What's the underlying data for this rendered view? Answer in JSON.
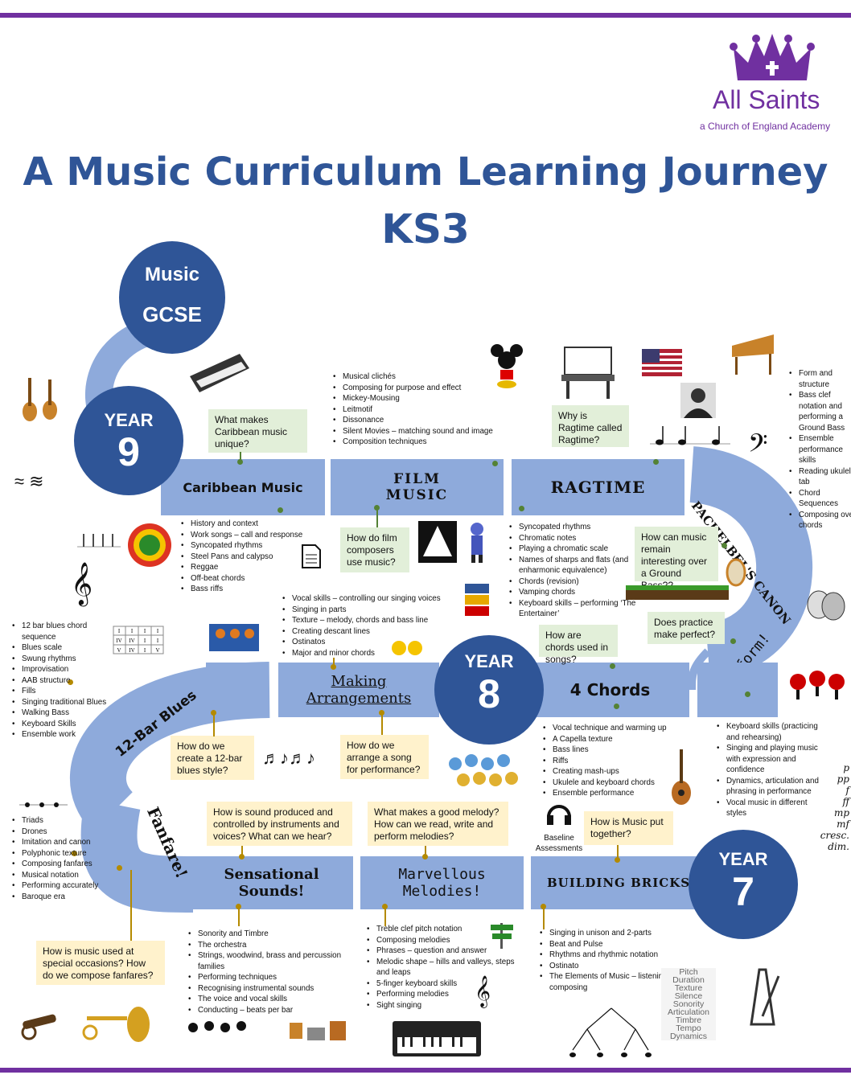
{
  "header": {
    "title_line1": "A Music Curriculum Learning Journey",
    "title_line2": "KS3",
    "logo_name": "All Saints",
    "logo_sub": "a Church of England Academy"
  },
  "circles": {
    "gcse_line1": "Music",
    "gcse_line2": "GCSE",
    "year9_word": "YEAR",
    "year9_num": "9",
    "year8_word": "YEAR",
    "year8_num": "8",
    "year7_word": "YEAR",
    "year7_num": "7"
  },
  "sections": {
    "caribbean": "Caribbean Music",
    "film_line1": "FILM",
    "film_line2": "MUSIC",
    "ragtime": "RAGTIME",
    "pachelbel": "PACHELBEL'S CANON",
    "perform": "Perform!",
    "chords": "4 Chords",
    "arrangements_line1": "Making",
    "arrangements_line2": "Arrangements",
    "blues": "12-Bar Blues",
    "fanfare": "Fanfare!",
    "sensational_line1": "Sensational",
    "sensational_line2": "Sounds!",
    "melodies_line1": "Marvellous",
    "melodies_line2": "Melodies!",
    "bricks": "BUILDING BRICKS"
  },
  "questions": {
    "caribbean": "What makes Caribbean music unique?",
    "ragtime": "Why is Ragtime called Ragtime?",
    "film": "How do film composers use music?",
    "pachelbel": "How can music remain interesting over a Ground Bass??",
    "practice": "Does practice make perfect?",
    "chords": "How are chords used in songs?",
    "blues": "How do we create a 12-bar blues style?",
    "arrange": "How do we arrange a song for performance?",
    "sound": "How is sound produced and controlled by instruments and voices? What can we hear?",
    "melody": "What makes a good melody? How can we read, write and perform melodies?",
    "music_together": "How is Music put together?",
    "fanfare": "How is music used at special occasions? How do we compose fanfares?"
  },
  "lists": {
    "film": [
      "Musical clichés",
      "Composing for purpose and effect",
      "Mickey-Mousing",
      "Leitmotif",
      "Dissonance",
      "Silent Movies – matching sound and image",
      "Composition techniques"
    ],
    "pachelbel": [
      "Form and structure",
      "Bass clef notation and performing a Ground Bass",
      "Ensemble performance skills",
      "Reading ukulele tab",
      "Chord Sequences",
      "Composing over chords"
    ],
    "caribbean": [
      "History and context",
      "Work songs – call and response",
      "Syncopated rhythms",
      "Steel Pans and calypso",
      "Reggae",
      "Off-beat chords",
      "Bass riffs"
    ],
    "ragtime": [
      "Syncopated rhythms",
      "Chromatic notes",
      "Playing a chromatic scale",
      "Names of sharps and flats (and enharmonic equivalence)",
      "Chords (revision)",
      "Vamping chords",
      "Keyboard skills – performing ‘The Entertainer’"
    ],
    "arrangements": [
      "Vocal skills – controlling our singing voices",
      "Singing in parts",
      "Texture – melody, chords and bass line",
      "Creating descant lines",
      "Ostinatos",
      "Major and minor chords"
    ],
    "blues": [
      "12 bar blues chord sequence",
      "Blues scale",
      "Swung rhythms",
      "Improvisation",
      "AAB structure",
      "Fills",
      "Singing traditional Blues",
      "Walking Bass",
      "Keyboard Skills",
      "Ensemble work"
    ],
    "chords": [
      "Vocal technique and warming up",
      "A Capella texture",
      "Bass lines",
      "Riffs",
      "Creating mash-ups",
      "Ukulele and keyboard chords",
      "Ensemble performance"
    ],
    "perform": [
      "Keyboard skills (practicing and rehearsing)",
      "Singing and playing music with expression and confidence",
      "Dynamics, articulation and phrasing in performance",
      "Vocal music in different styles"
    ],
    "fanfare": [
      "Triads",
      "Drones",
      "Imitation and canon",
      "Polyphonic texture",
      "Composing fanfares",
      "Musical notation",
      "Performing accurately",
      "Baroque era"
    ],
    "sensational": [
      "Sonority and Timbre",
      "The orchestra",
      "Strings, woodwind, brass and percussion families",
      "Performing techniques",
      "Recognising instrumental sounds",
      "The voice and vocal skills",
      "Conducting – beats per bar"
    ],
    "melodies": [
      "Treble clef pitch notation",
      "Composing melodies",
      "Phrases – question and answer",
      "Melodic shape – hills and valleys, steps and leaps",
      "5-finger keyboard skills",
      "Performing melodies",
      "Sight singing"
    ],
    "bricks": [
      "Singing in unison and 2-parts",
      "Beat and Pulse",
      "Rhythms and rhythmic notation",
      "Ostinato",
      "The Elements of Music – listening and composing"
    ]
  },
  "misc": {
    "baseline": "Baseline Assessments",
    "elements": [
      "Pitch",
      "Duration",
      "Texture",
      "Silence",
      "Sonority",
      "Articulation",
      "Timbre",
      "Tempo",
      "Dynamics"
    ],
    "dynamics": [
      "p",
      "pp",
      "f",
      "ff",
      "mp",
      "mf",
      "cresc.",
      "dim."
    ],
    "chord_grid": [
      "I",
      "I",
      "I",
      "I",
      "IV",
      "IV",
      "I",
      "I",
      "V",
      "IV",
      "I",
      "V"
    ]
  },
  "colors": {
    "accent_purple": "#7030a0",
    "track_blue": "#8eaadb",
    "circle_blue": "#2f5597",
    "question_green": "#e2efd9",
    "question_yellow": "#fff2cc"
  }
}
